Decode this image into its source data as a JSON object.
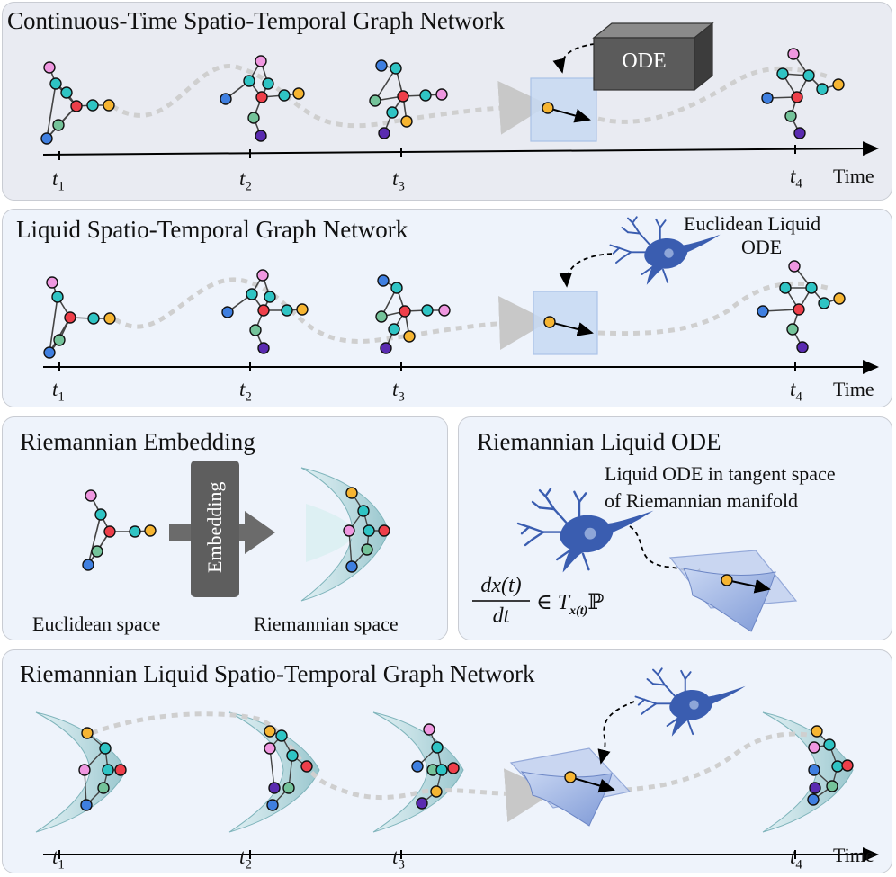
{
  "panels": {
    "ctstgn": {
      "title": "Continuous-Time Spatio-Temporal Graph Network",
      "ode_box": "ODE"
    },
    "lstgn": {
      "title": "Liquid Spatio-Temporal Graph Network",
      "neuron_label_1": "Euclidean Liquid",
      "neuron_label_2": "ODE"
    },
    "rembed": {
      "title": "Riemannian Embedding",
      "embedding_label": "Embedding",
      "euclid_caption": "Euclidean space",
      "riem_caption": "Riemannian space"
    },
    "rlode": {
      "title": "Riemannian Liquid ODE",
      "desc_1": "Liquid ODE in tangent space",
      "desc_2": "of Riemannian manifold",
      "eq_num": "dx(t)",
      "eq_den": "dt",
      "eq_rhs": "∈ T",
      "eq_sub": "x(t)",
      "eq_space": "ℙ"
    },
    "rlstgn": {
      "title": "Riemannian Liquid Spatio-Temporal Graph Network"
    }
  },
  "timeline": {
    "time_label": "Time",
    "ticks": [
      {
        "var": "t",
        "sub": "1"
      },
      {
        "var": "t",
        "sub": "2"
      },
      {
        "var": "t",
        "sub": "3"
      },
      {
        "var": "t",
        "sub": "4"
      }
    ]
  },
  "colors": {
    "pink": "#ef97e0",
    "blue": "#3f7fe0",
    "teal": "#2fc4c4",
    "red": "#ee3f4a",
    "orange": "#f6b532",
    "green": "#74c39a",
    "purple": "#5a2bb0",
    "neuron": "#3a5db0",
    "manifold": "#9fc7cc",
    "tangent": "#8fa8dc"
  }
}
